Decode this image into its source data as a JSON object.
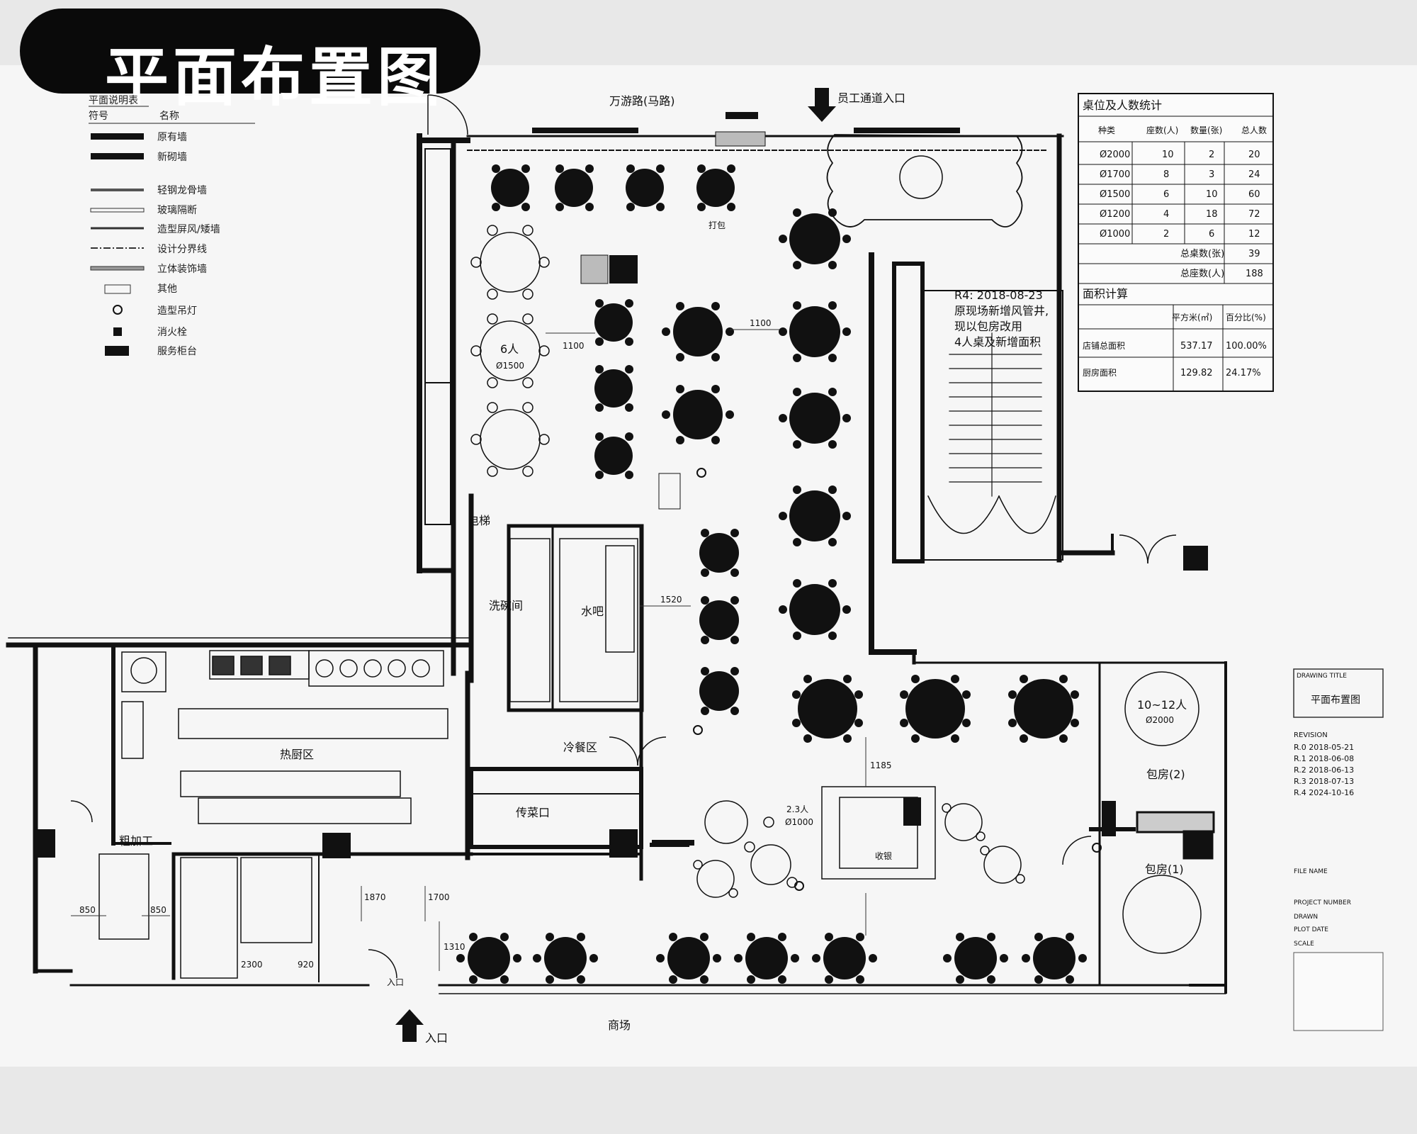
{
  "header": {
    "title": "平面布置图"
  },
  "legend": {
    "title": "平面说明表",
    "col_symbol": "符号",
    "col_name": "名称",
    "items": [
      "原有墙",
      "新砌墙",
      "轻钢龙骨墙",
      "玻璃隔断",
      "造型屏风/矮墙",
      "设计分界线",
      "立体装饰墙",
      "其他",
      "造型吊灯",
      "消火栓",
      "服务柜台"
    ]
  },
  "seat_table": {
    "title": "桌位及人数统计",
    "headers": [
      "种类",
      "座数(人)",
      "数量(张)",
      "总人数"
    ],
    "rows": [
      [
        "Ø2000",
        "10",
        "2",
        "20"
      ],
      [
        "Ø1700",
        "8",
        "3",
        "24"
      ],
      [
        "Ø1500",
        "6",
        "10",
        "60"
      ],
      [
        "Ø1200",
        "4",
        "18",
        "72"
      ],
      [
        "Ø1000",
        "2",
        "6",
        "12"
      ]
    ],
    "total_tables_label": "总桌数(张)",
    "total_tables": "39",
    "total_seats_label": "总座数(人)",
    "total_seats": "188",
    "area_title": "面积计算",
    "area_headers": [
      "平方米(㎡)",
      "百分比(%)"
    ],
    "area_rows": [
      {
        "label": "店铺总面积",
        "sqm": "537.17",
        "pct": "100.00%"
      },
      {
        "label": "厨房面积",
        "sqm": "129.82",
        "pct": "24.17%"
      }
    ]
  },
  "revision_note": [
    "R4: 2018-08-23",
    "原现场新增风管井,",
    "现以包房改用",
    "4人桌及新增面积"
  ],
  "rooms": {
    "hot_kitchen": "热厨区",
    "cold_kitchen": "冷餐区",
    "dish_room": "洗碗间",
    "roughwork": "粗加工",
    "private_room_2": "包房(2)",
    "private_room_1": "包房(1)",
    "elevator": "电梯",
    "drink": "水吧",
    "cashier": "收银",
    "pass": "传菜口",
    "pack": "打包"
  },
  "table_labels": {
    "t6_seats": "6人",
    "t6_size": "Ø1500",
    "t10_seats": "10~12人",
    "t10_size": "Ø2000",
    "t23_seats": "2.3人",
    "t23_size": "Ø1000"
  },
  "dimensions": [
    "1100",
    "1100",
    "1520",
    "1185",
    "1870",
    "1700",
    "2300",
    "920",
    "850",
    "850",
    "1310"
  ],
  "annotations": {
    "top_street": "万游路(马路)",
    "top_entrance": "员工通道入口",
    "main_entrance": "入口",
    "bottom_street": "商场",
    "side_entrance": "入口"
  },
  "sheet_info": {
    "drawing_title_label": "DRAWING TITLE",
    "drawing_title": "平面布置图",
    "revision_label": "REVISION",
    "revisions": [
      "R.0  2018-05-21",
      "R.1  2018-06-08",
      "R.2  2018-06-13",
      "R.3  2018-07-13",
      "R.4  2024-10-16"
    ],
    "file_label": "FILE NAME",
    "project_label": "PROJECT NUMBER",
    "drawn_label": "DRAWN",
    "plot_label": "PLOT DATE",
    "scale_label": "SCALE"
  }
}
